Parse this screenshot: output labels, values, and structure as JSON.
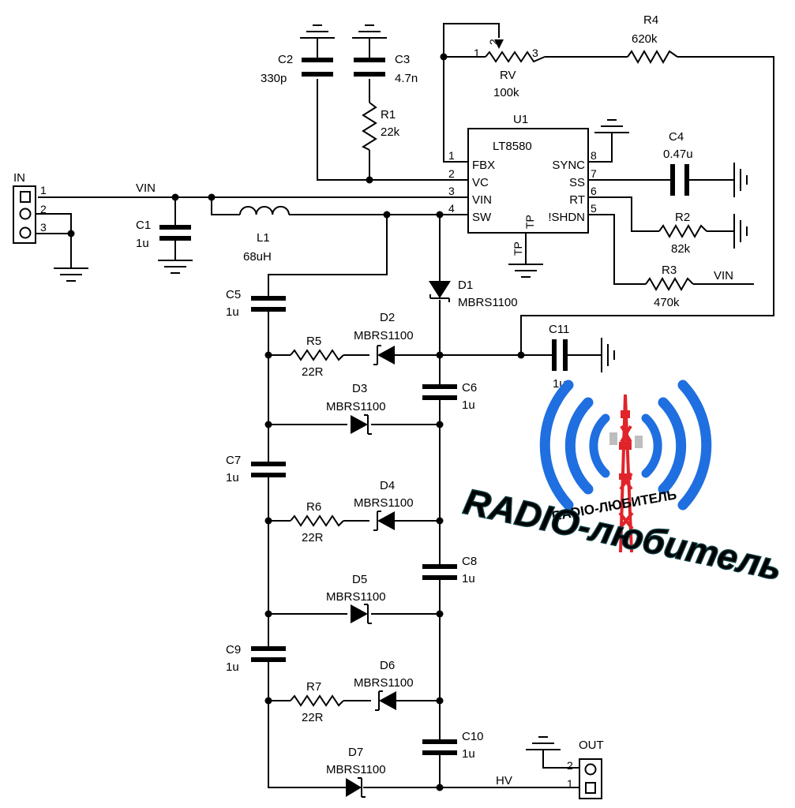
{
  "ic": {
    "ref": "U1",
    "part": "LT8580",
    "pins": [
      {
        "num": "1",
        "name": "FBX"
      },
      {
        "num": "2",
        "name": "VC"
      },
      {
        "num": "3",
        "name": "VIN"
      },
      {
        "num": "4",
        "name": "SW"
      },
      {
        "num": "8",
        "name": "SYNC"
      },
      {
        "num": "7",
        "name": "SS"
      },
      {
        "num": "6",
        "name": "RT"
      },
      {
        "num": "5",
        "name": "!SHDN"
      }
    ],
    "tp": "TP"
  },
  "pot": {
    "ref": "RV",
    "value": "100k",
    "pins": [
      "1",
      "2",
      "3"
    ]
  },
  "resistors": [
    {
      "ref": "R1",
      "value": "22k"
    },
    {
      "ref": "R2",
      "value": "82k"
    },
    {
      "ref": "R3",
      "value": "470k"
    },
    {
      "ref": "R4",
      "value": "620k"
    },
    {
      "ref": "R5",
      "value": "22R"
    },
    {
      "ref": "R6",
      "value": "22R"
    },
    {
      "ref": "R7",
      "value": "22R"
    }
  ],
  "capacitors": [
    {
      "ref": "C1",
      "value": "1u"
    },
    {
      "ref": "C2",
      "value": "330p"
    },
    {
      "ref": "C3",
      "value": "4.7n"
    },
    {
      "ref": "C4",
      "value": "0.47u"
    },
    {
      "ref": "C5",
      "value": "1u"
    },
    {
      "ref": "C6",
      "value": "1u"
    },
    {
      "ref": "C7",
      "value": "1u"
    },
    {
      "ref": "C8",
      "value": "1u"
    },
    {
      "ref": "C9",
      "value": "1u"
    },
    {
      "ref": "C10",
      "value": "1u"
    },
    {
      "ref": "C11",
      "value": "1u"
    }
  ],
  "inductor": {
    "ref": "L1",
    "value": "68uH"
  },
  "diodes": [
    {
      "ref": "D1",
      "value": "MBRS1100"
    },
    {
      "ref": "D2",
      "value": "MBRS1100"
    },
    {
      "ref": "D3",
      "value": "MBRS1100"
    },
    {
      "ref": "D4",
      "value": "MBRS1100"
    },
    {
      "ref": "D5",
      "value": "MBRS1100"
    },
    {
      "ref": "D6",
      "value": "MBRS1100"
    },
    {
      "ref": "D7",
      "value": "MBRS1100"
    }
  ],
  "connectors": {
    "in": {
      "label": "IN",
      "pins": [
        "1",
        "2",
        "3"
      ]
    },
    "out": {
      "label": "OUT",
      "pins": [
        "2",
        "1"
      ]
    }
  },
  "nets": {
    "vin": "VIN",
    "vin_shdn": "VIN",
    "hv": "HV"
  },
  "logo": {
    "main_text": "RADIO-любитель",
    "small_text": "RADIO-ЛЮБИТЕЛЬ",
    "colors": {
      "waves": "#1f6fe0",
      "tower_red": "#e0242a",
      "text_teal": "#1e6e78"
    }
  }
}
